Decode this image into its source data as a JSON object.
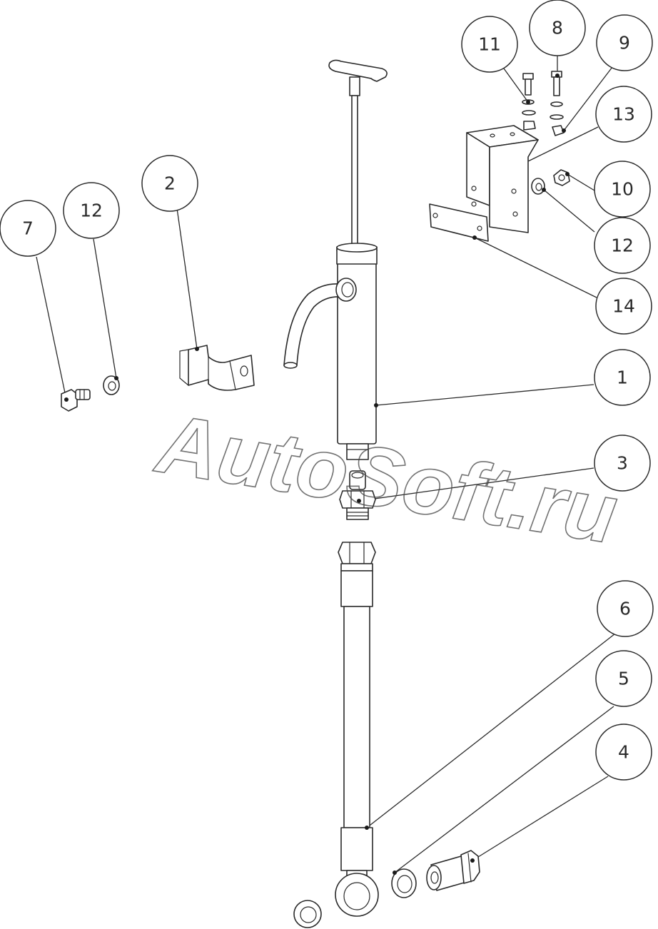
{
  "watermark": "AutoSoft.ru",
  "callouts": [
    {
      "id": "11",
      "label": "11"
    },
    {
      "id": "8",
      "label": "8"
    },
    {
      "id": "9",
      "label": "9"
    },
    {
      "id": "13",
      "label": "13"
    },
    {
      "id": "10",
      "label": "10"
    },
    {
      "id": "12a",
      "label": "12"
    },
    {
      "id": "14",
      "label": "14"
    },
    {
      "id": "2",
      "label": "2"
    },
    {
      "id": "7",
      "label": "7"
    },
    {
      "id": "12b",
      "label": "12"
    },
    {
      "id": "1",
      "label": "1"
    },
    {
      "id": "3",
      "label": "3"
    },
    {
      "id": "6",
      "label": "6"
    },
    {
      "id": "5",
      "label": "5"
    },
    {
      "id": "4",
      "label": "4"
    }
  ],
  "colors": {
    "line": "#2a2a2a",
    "background": "#ffffff"
  }
}
